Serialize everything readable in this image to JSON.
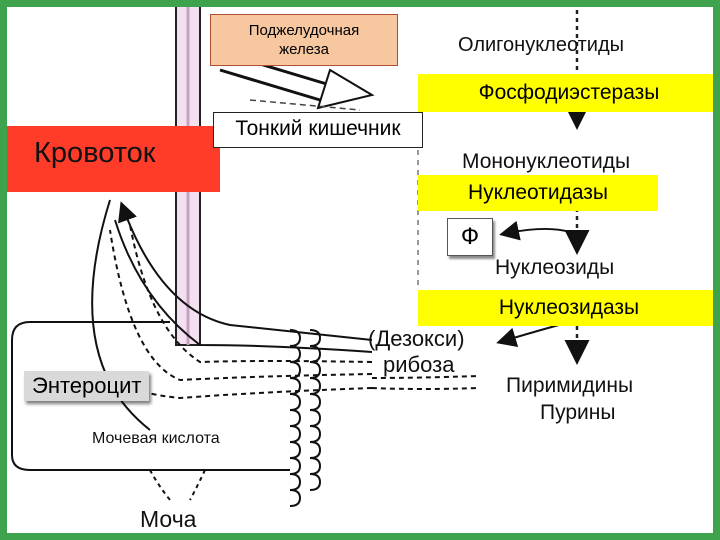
{
  "labels": {
    "pancreas": "Поджелудочная железа",
    "oligonucleotides": "Олигонуклеотиды",
    "phosphodiesterases": "Фосфодиэстеразы",
    "bloodstream": "Кровоток",
    "small_intestine": "Тонкий кишечник",
    "mononucleotides": "Мононуклеотиды",
    "nucleotidases": "Нуклеотидазы",
    "phosphate": "Ф",
    "nucleosides": "Нуклеозиды",
    "nucleosidases": "Нуклеозидазы",
    "deoxyribose_1": "(Дезокси)",
    "deoxyribose_2": "рибоза",
    "pyrimidines": "Пиримидины",
    "purines": "Пурины",
    "enterocyte": "Энтероцит",
    "uric_acid": "Мочевая кислота",
    "urine": "Моча"
  },
  "colors": {
    "bloodstream": "#ff3b2a",
    "enzyme_highlight": "#ffff00",
    "pancreas_box": "#f7c7a0",
    "frame": "#3fa34d"
  }
}
